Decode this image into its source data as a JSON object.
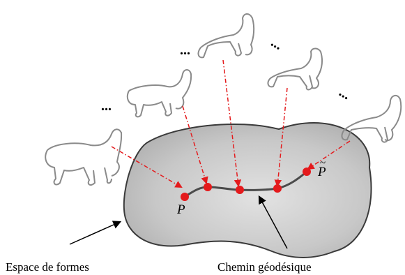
{
  "labels": {
    "shape_space": "Espace de formes",
    "geodesic_path": "Chemin géodésique",
    "start_point": "P",
    "end_point": "P",
    "end_point_tilde": "~"
  },
  "colors": {
    "manifold_fill": "#c4c4c4",
    "manifold_edge": "#3a3a3a",
    "path": "#4b4b4b",
    "points": "#e41a1c",
    "arrows": "#e41a1c",
    "horse_outline": "#8a8a8a"
  },
  "ellipsis": "..."
}
